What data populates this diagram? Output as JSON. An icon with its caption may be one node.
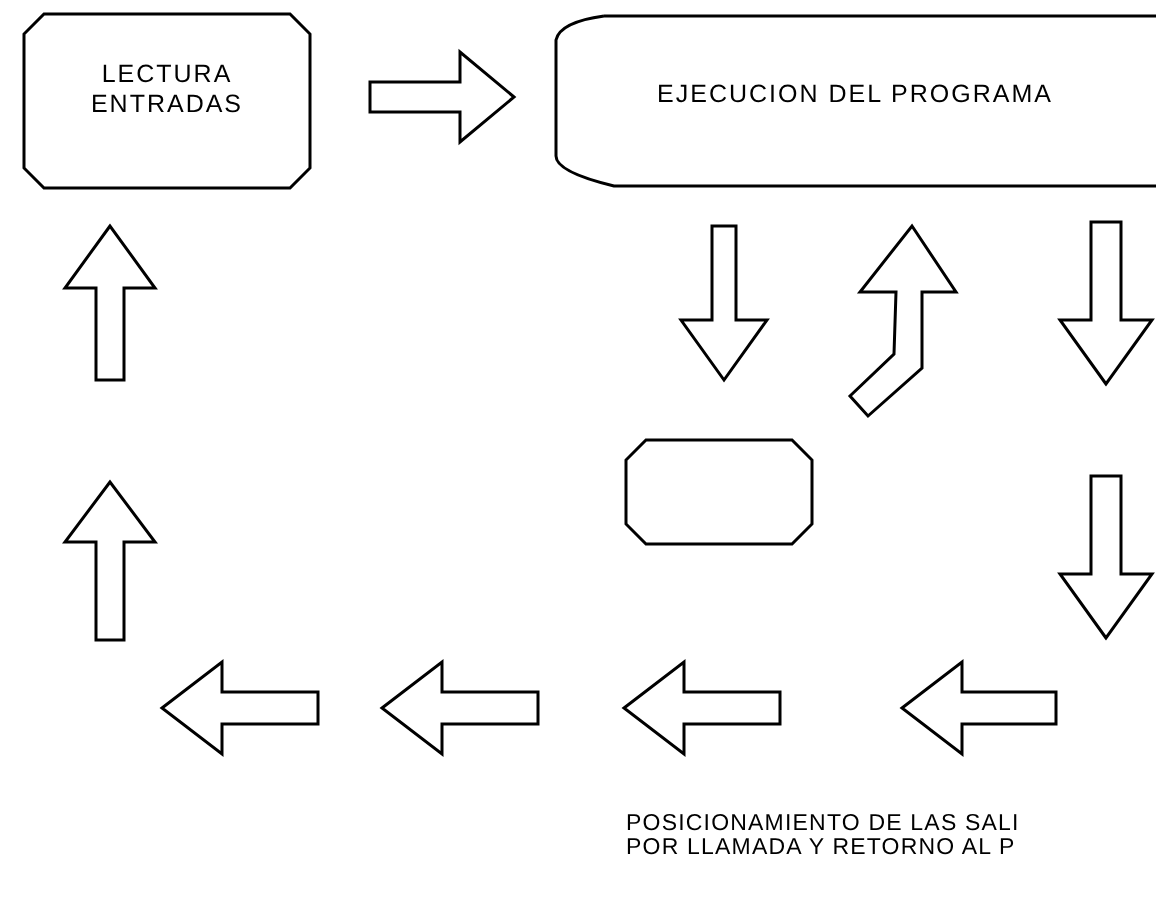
{
  "diagram": {
    "nodes": [
      {
        "text": [
          "LECTURA ENTRADAS"
        ]
      },
      {
        "text": [
          "EJECUCION DEL PROGRAMA"
        ]
      },
      {
        "text": [],
        "shape": "box"
      }
    ],
    "edges": [
      {
        "from": 0,
        "to": 1,
        "arrow": "to"
      },
      {
        "from": 1,
        "to": 2,
        "arrow": "to"
      },
      {
        "from": 2,
        "to": 1,
        "arrow": "to"
      },
      {
        "from": 1,
        "to": null,
        "arrow": "to"
      },
      {
        "from": null,
        "to": 0,
        "arrow": "to"
      }
    ],
    "labels": [
      "POSICIONAMIENTO DE LAS SALI",
      "POR LLAMADA Y RETORNO AL P"
    ]
  }
}
